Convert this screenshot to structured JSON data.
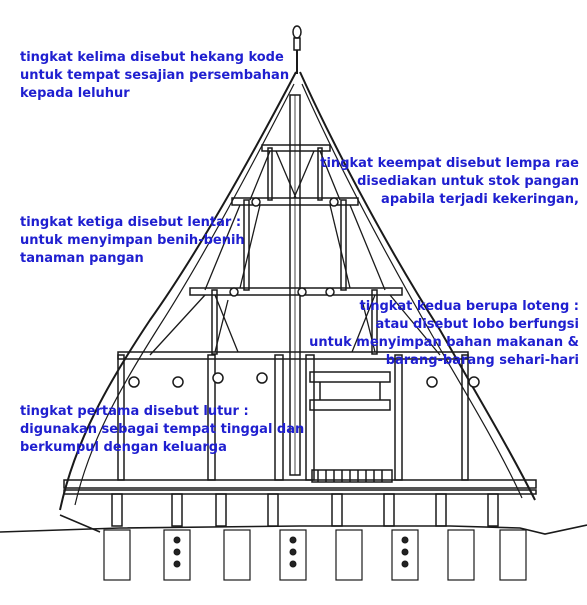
{
  "diagram": {
    "subject": "traditional house cross-section",
    "line_color": "#1a1a1a",
    "label_color": "#1f1fd0"
  },
  "labels": {
    "level5": [
      "tingkat kelima disebut hekang kode",
      "untuk tempat sesajian persembahan",
      "kepada leluhur"
    ],
    "level4": [
      "tingkat keempat disebut lempa rae",
      "disediakan untuk stok pangan",
      "apabila terjadi kekeringan,"
    ],
    "level3": [
      "tingkat ketiga disebut lentar :",
      "untuk menyimpan benih-benih",
      "tanaman pangan"
    ],
    "level2": [
      "tingkat kedua berupa loteng :",
      "atau disebut lobo berfungsi",
      "untuk menyimpan bahan makanan &",
      "barang-barang sehari-hari"
    ],
    "level1": [
      "tingkat pertama disebut lutur :",
      "digunakan sebagai tempat tinggal dan",
      "berkumpul dengan keluarga"
    ]
  }
}
